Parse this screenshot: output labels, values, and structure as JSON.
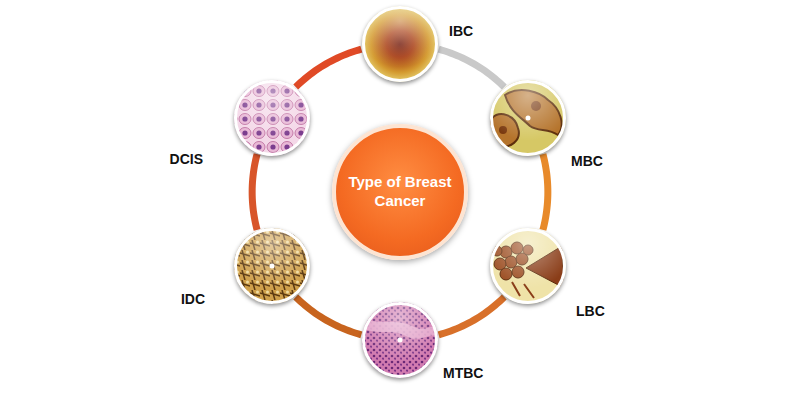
{
  "diagram": {
    "nodes": [
      {
        "text": [
          "Type of Breast Cancer"
        ]
      },
      {
        "text": [
          "IBC"
        ]
      },
      {
        "text": [
          "MBC"
        ]
      },
      {
        "text": [
          "LBC"
        ]
      },
      {
        "text": [
          "MTBC"
        ]
      },
      {
        "text": [
          "IDC"
        ]
      },
      {
        "text": [
          "DCIS"
        ]
      }
    ],
    "edges": [
      {
        "from": 1,
        "to": 2,
        "arrow": "none"
      },
      {
        "from": 2,
        "to": 3,
        "arrow": "none"
      },
      {
        "from": 3,
        "to": 4,
        "arrow": "none"
      },
      {
        "from": 4,
        "to": 5,
        "arrow": "none"
      },
      {
        "from": 5,
        "to": 6,
        "arrow": "none"
      },
      {
        "from": 6,
        "to": 1,
        "arrow": "none"
      }
    ]
  }
}
